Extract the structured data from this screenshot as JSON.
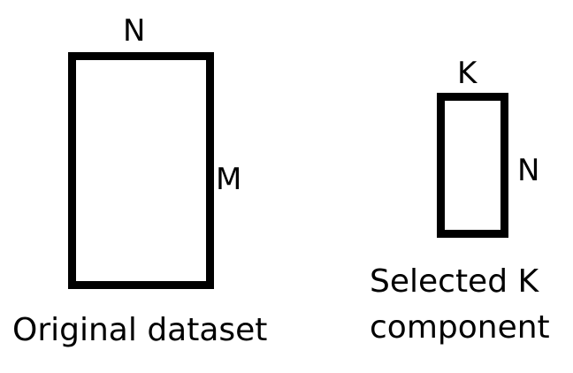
{
  "original": {
    "width_label": "N",
    "height_label": "M",
    "caption": "Original dataset"
  },
  "selected": {
    "width_label": "K",
    "height_label": "N",
    "caption_line1": "Selected K",
    "caption_line2": "component"
  }
}
